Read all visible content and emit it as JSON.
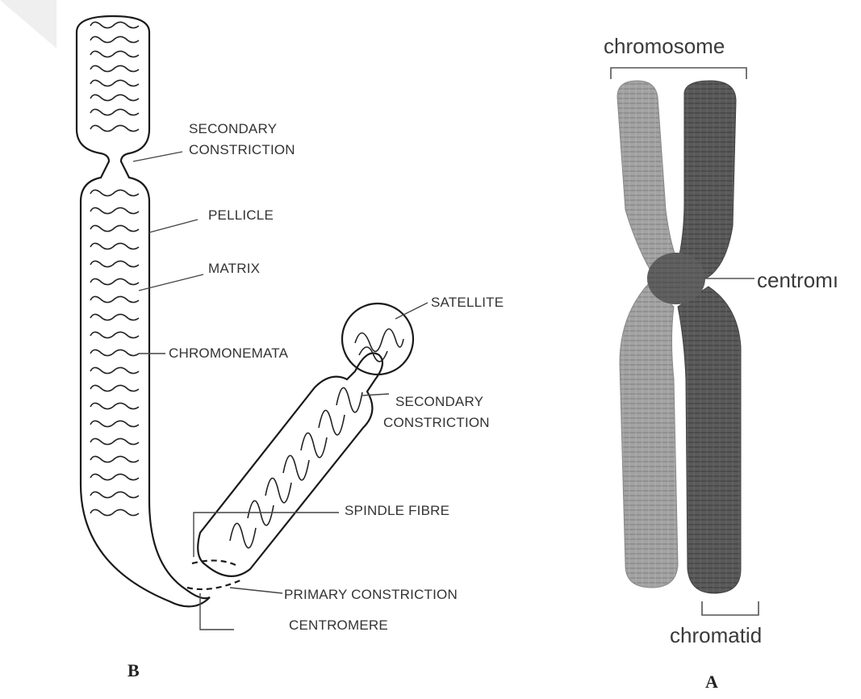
{
  "left_panel": {
    "letter": "B",
    "labels": {
      "secondary_constriction_top_1": "SECONDARY",
      "secondary_constriction_top_2": "CONSTRICTION",
      "pellicle": "PELLICLE",
      "matrix": "MATRIX",
      "chromonemata": "CHROMONEMATA",
      "satellite": "SATELLITE",
      "secondary_constriction_right_1": "SECONDARY",
      "secondary_constriction_right_2": "CONSTRICTION",
      "spindle_fibre": "SPINDLE FIBRE",
      "primary_constriction": "PRIMARY CONSTRICTION",
      "centromere": "CENTROMERE"
    }
  },
  "right_panel": {
    "letter": "A",
    "labels": {
      "chromosome": "chromosome",
      "centromere": "centromı",
      "chromatid": "chromatid"
    }
  },
  "colors": {
    "outline": "#1a1a1a",
    "leader": "#444444",
    "light_chromatid": "#9a9a9a",
    "dark_chromatid": "#555555",
    "centromere_knot": "#666666"
  }
}
